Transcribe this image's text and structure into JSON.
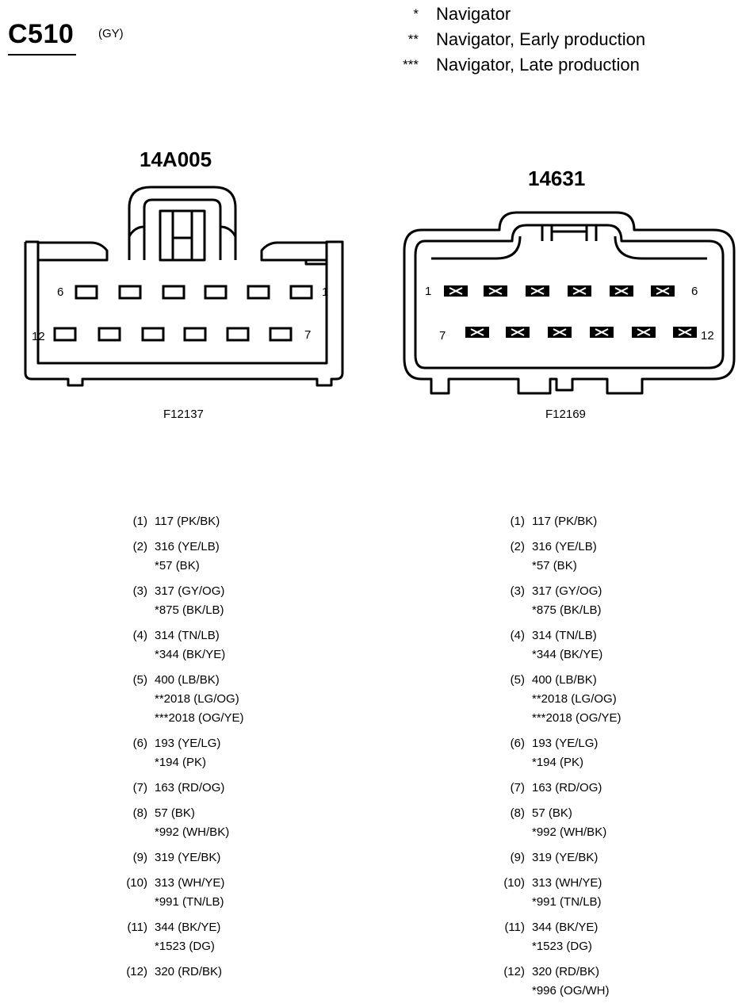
{
  "header": {
    "connector": "C510",
    "color_code": "(GY)"
  },
  "legend": [
    {
      "mark": "*",
      "text": "Navigator"
    },
    {
      "mark": "**",
      "text": "Navigator, Early production"
    },
    {
      "mark": "***",
      "text": "Navigator, Late production"
    }
  ],
  "left_connector": {
    "part_number": "14A005",
    "figure_code": "F12137",
    "row_labels": {
      "top_left": "6",
      "top_right": "1",
      "bottom_left": "12",
      "bottom_right": "7"
    }
  },
  "right_connector": {
    "part_number": "14631",
    "figure_code": "F12169",
    "row_labels": {
      "top_left": "1",
      "top_right": "6",
      "bottom_left": "7",
      "bottom_right": "12"
    }
  },
  "left_pins": [
    {
      "pin": "(1)",
      "wires": [
        "117 (PK/BK)"
      ]
    },
    {
      "pin": "(2)",
      "wires": [
        "316 (YE/LB)",
        "*57 (BK)"
      ]
    },
    {
      "pin": "(3)",
      "wires": [
        "317 (GY/OG)",
        "*875 (BK/LB)"
      ]
    },
    {
      "pin": "(4)",
      "wires": [
        "314 (TN/LB)",
        "*344 (BK/YE)"
      ]
    },
    {
      "pin": "(5)",
      "wires": [
        "400 (LB/BK)",
        "**2018 (LG/OG)",
        "***2018 (OG/YE)"
      ]
    },
    {
      "pin": "(6)",
      "wires": [
        "193 (YE/LG)",
        "*194 (PK)"
      ]
    },
    {
      "pin": "(7)",
      "wires": [
        "163 (RD/OG)"
      ]
    },
    {
      "pin": "(8)",
      "wires": [
        "57 (BK)",
        "*992 (WH/BK)"
      ]
    },
    {
      "pin": "(9)",
      "wires": [
        "319 (YE/BK)"
      ]
    },
    {
      "pin": "(10)",
      "wires": [
        "313 (WH/YE)",
        "*991 (TN/LB)"
      ]
    },
    {
      "pin": "(11)",
      "wires": [
        "344 (BK/YE)",
        "*1523 (DG)"
      ]
    },
    {
      "pin": "(12)",
      "wires": [
        "320 (RD/BK)"
      ]
    }
  ],
  "right_pins": [
    {
      "pin": "(1)",
      "wires": [
        "117 (PK/BK)"
      ]
    },
    {
      "pin": "(2)",
      "wires": [
        "316 (YE/LB)",
        "*57 (BK)"
      ]
    },
    {
      "pin": "(3)",
      "wires": [
        "317 (GY/OG)",
        "*875 (BK/LB)"
      ]
    },
    {
      "pin": "(4)",
      "wires": [
        "314 (TN/LB)",
        "*344 (BK/YE)"
      ]
    },
    {
      "pin": "(5)",
      "wires": [
        "400 (LB/BK)",
        "**2018 (LG/OG)",
        "***2018 (OG/YE)"
      ]
    },
    {
      "pin": "(6)",
      "wires": [
        "193 (YE/LG)",
        "*194 (PK)"
      ]
    },
    {
      "pin": "(7)",
      "wires": [
        "163 (RD/OG)"
      ]
    },
    {
      "pin": "(8)",
      "wires": [
        "57 (BK)",
        "*992 (WH/BK)"
      ]
    },
    {
      "pin": "(9)",
      "wires": [
        "319 (YE/BK)"
      ]
    },
    {
      "pin": "(10)",
      "wires": [
        "313 (WH/YE)",
        "*991 (TN/LB)"
      ]
    },
    {
      "pin": "(11)",
      "wires": [
        "344 (BK/YE)",
        "*1523 (DG)"
      ]
    },
    {
      "pin": "(12)",
      "wires": [
        "320 (RD/BK)",
        "*996 (OG/WH)"
      ]
    }
  ]
}
